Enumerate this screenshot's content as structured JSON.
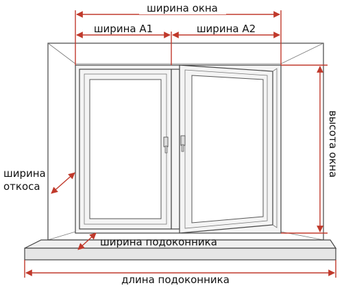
{
  "labels": {
    "window_width": "ширина окна",
    "width_a1": "ширина А1",
    "width_a2": "ширина А2",
    "window_height": "высота окна",
    "reveal_width_line1": "ширина",
    "reveal_width_line2": "откоса",
    "sill_width": "ширина подоконника",
    "sill_length": "длина подоконника"
  },
  "colors": {
    "dimension_lines": "#c0392b",
    "outline": "#444444",
    "text": "#111111"
  }
}
